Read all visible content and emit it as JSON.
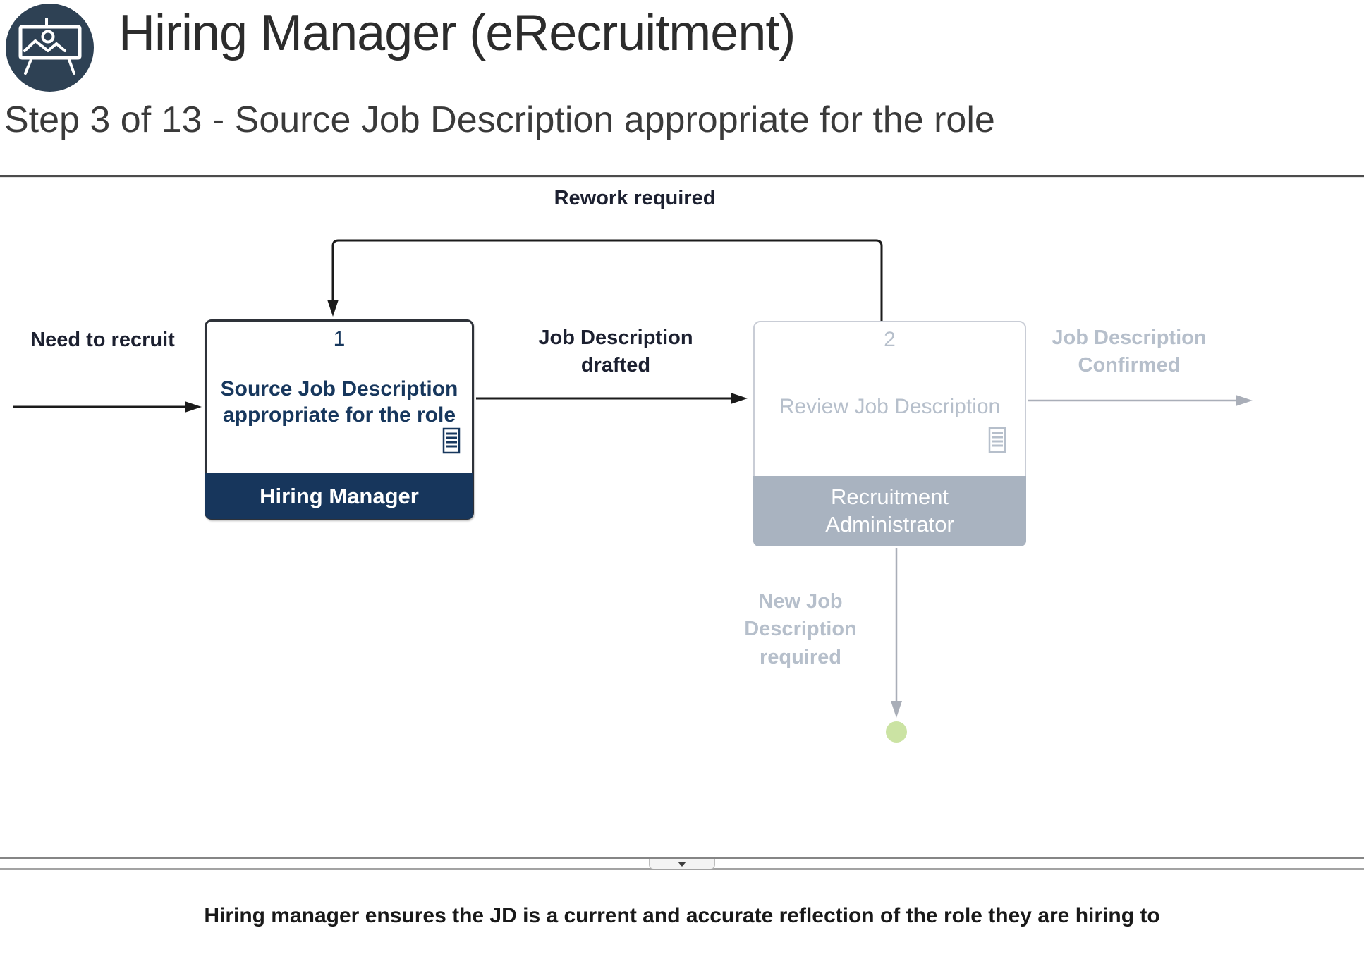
{
  "header": {
    "icon": "presentation-board-icon",
    "title": "Hiring Manager (eRecruitment)",
    "subtitle": "Step 3 of 13 - Source Job Description appropriate for the role"
  },
  "diagram": {
    "start_label": "Need to recruit",
    "rework_label": "Rework required",
    "steps": [
      {
        "number": "1",
        "title": "Source Job Description appropriate for the role",
        "role": "Hiring Manager",
        "state": "current"
      },
      {
        "number": "2",
        "title": "Review Job Description",
        "role": "Recruitment Administrator",
        "state": "upcoming"
      }
    ],
    "flows": {
      "drafted": "Job Description drafted",
      "confirmed": "Job Description Confirmed",
      "new_jd": "New Job Description required"
    },
    "colors": {
      "current_role_bg": "#17365c",
      "current_text": "#17375d",
      "upcoming_role_bg": "#a9b3c0",
      "upcoming_text": "#b6bfcb",
      "dark_arrow": "#1b1b1b",
      "gray_arrow": "#a9aeb8",
      "end_node_green": "#cbe3a3"
    }
  },
  "note": "Hiring manager ensures the JD is a current and accurate reflection of the role they are hiring to"
}
